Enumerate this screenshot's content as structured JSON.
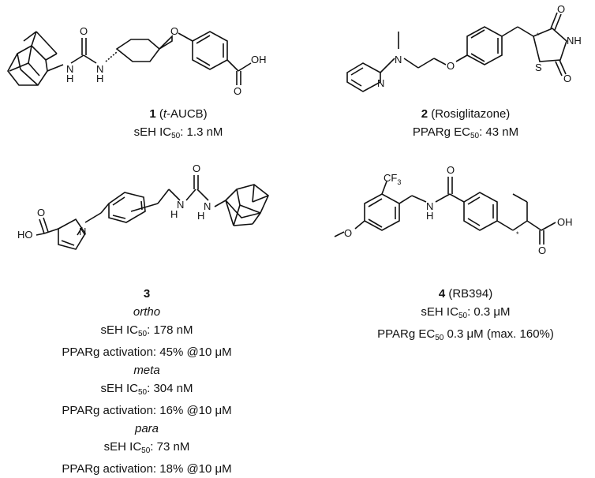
{
  "compounds": [
    {
      "number": "1",
      "name_prefix": "t",
      "name_suffix": "-AUCB",
      "act_label": "sEH IC",
      "act_sub": "50",
      "act_value": ": 1.3 nM",
      "atoms": {
        "nh1": "N",
        "h1": "H",
        "nh2": "N",
        "h2": "H",
        "o_urea": "O",
        "o_ether": "O",
        "oh": "OH",
        "o_acid": "O"
      }
    },
    {
      "number": "2",
      "name": "(Rosiglitazone)",
      "act_label": "PPARg EC",
      "act_sub": "50",
      "act_value": ": 43 nM",
      "atoms": {
        "n_me": "N",
        "n_py": "N",
        "o_ether": "O",
        "o1": "O",
        "o2": "O",
        "nh": "NH",
        "s": "S",
        "star": "*"
      }
    },
    {
      "number": "3",
      "isomers": [
        {
          "name": "ortho",
          "seh_label": "sEH IC",
          "seh_sub": "50",
          "seh_value": ": 178 nM",
          "ppar": "PPARg activation: 45% @10 μM"
        },
        {
          "name": "meta",
          "seh_label": "sEH IC",
          "seh_sub": "50",
          "seh_value": ": 304 nM",
          "ppar": "PPARg activation: 16% @10 μM"
        },
        {
          "name": "para",
          "seh_label": "sEH IC",
          "seh_sub": "50",
          "seh_value": ": 73 nM",
          "ppar": "PPARg activation: 18% @10 μM"
        }
      ],
      "atoms": {
        "ho": "HO",
        "o": "O",
        "n_pyrrole": "N",
        "nh1": "N",
        "h1": "H",
        "nh2": "N",
        "h2": "H",
        "o_urea": "O"
      }
    },
    {
      "number": "4",
      "name": "(RB394)",
      "seh_label": "sEH IC",
      "seh_sub": "50",
      "seh_value": ": 0.3 μM",
      "ppar_label": "PPARg EC",
      "ppar_sub": "50",
      "ppar_value": " 0.3 μM (max. 160%)",
      "atoms": {
        "cf3": "CF",
        "cf3_sub": "3",
        "o_me": "O",
        "nh": "N",
        "h": "H",
        "o_amide": "O",
        "oh": "OH",
        "o_acid": "O",
        "star": "*"
      }
    }
  ]
}
